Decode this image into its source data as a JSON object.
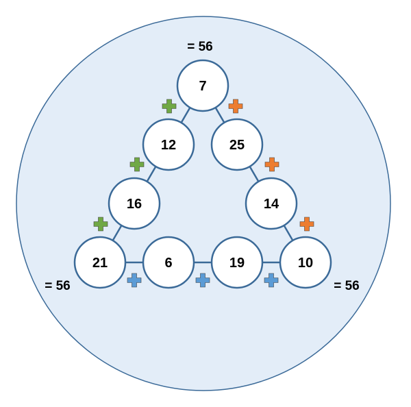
{
  "colors": {
    "background_circle": "#e3edf8",
    "outline": "#3b6a98",
    "node_fill": "#ffffff",
    "plus_left": "#70a845",
    "plus_right": "#ed7d31",
    "plus_bottom": "#5b9bd5"
  },
  "nodes": {
    "apex": "7",
    "left_1": "12",
    "left_2": "16",
    "bottom_left_corner": "21",
    "bottom_1": "6",
    "bottom_2": "19",
    "bottom_right_corner": "10",
    "right_2": "14",
    "right_1": "25"
  },
  "sums": {
    "top": "= 56",
    "left": "= 56",
    "right": "= 56"
  },
  "icons": {
    "plus": "plus-icon"
  }
}
